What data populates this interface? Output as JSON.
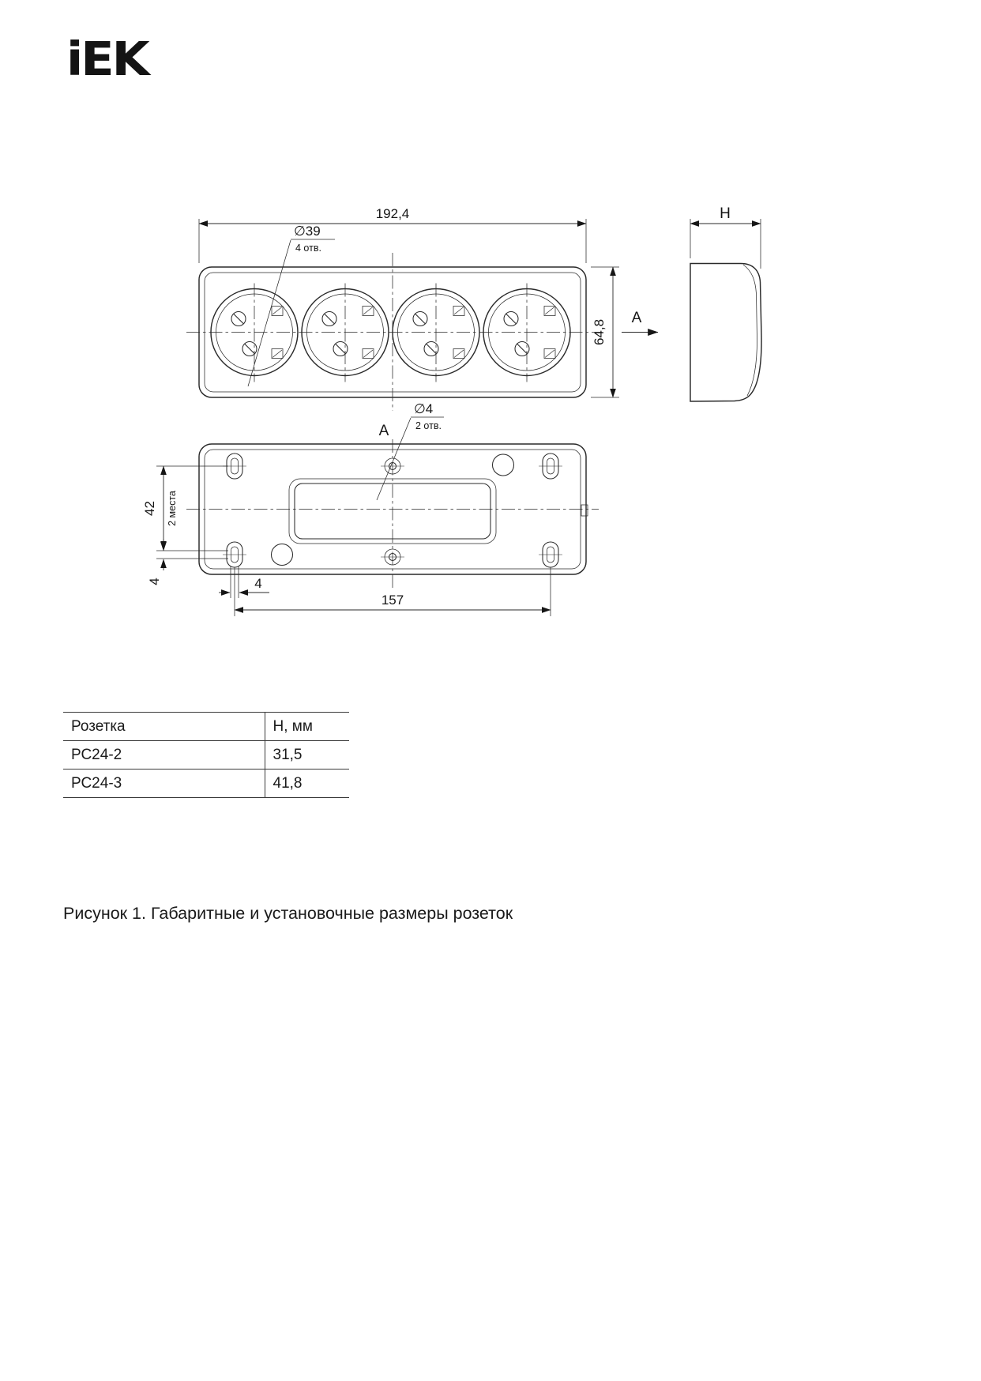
{
  "page": {
    "logo": "iEK",
    "caption": "Рисунок 1. Габаритные и установочные размеры розеток"
  },
  "drawing": {
    "front": {
      "dim_width": "192,4",
      "hole_label": "∅39",
      "hole_note": "4 отв.",
      "dim_height": "64,8",
      "view_label": "A"
    },
    "side": {
      "dim_label": "H"
    },
    "bottom": {
      "section_label": "A",
      "hole_label": "∅4",
      "hole_note": "2 отв.",
      "dim_pitch": "42",
      "dim_pitch_note": "2 места",
      "dim_slot_height": "4",
      "dim_slot_width": "4",
      "dim_span": "157"
    }
  },
  "table": {
    "headers": [
      "Розетка",
      "Н, мм"
    ],
    "rows": [
      [
        "РС24-2",
        "31,5"
      ],
      [
        "РС24-3",
        "41,8"
      ]
    ]
  }
}
